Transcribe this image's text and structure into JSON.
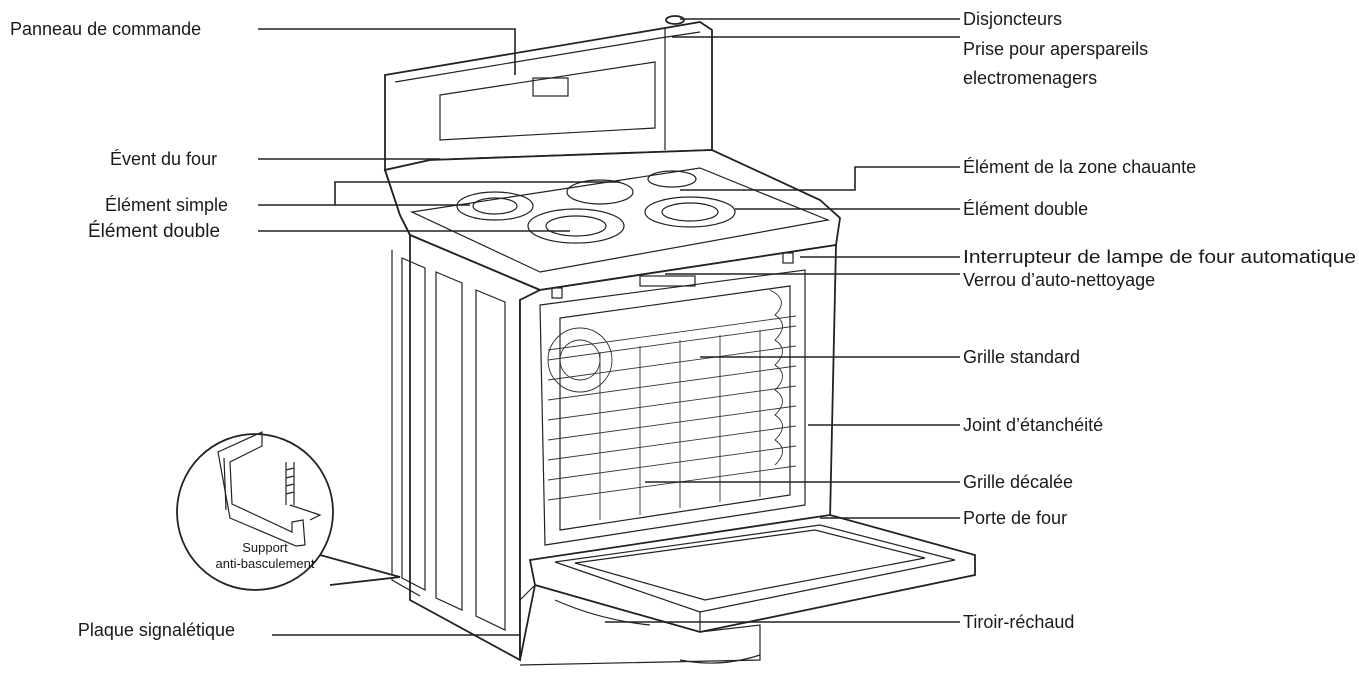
{
  "labels": {
    "panneau_commande": "Panneau de commande",
    "event_four": "Évent du four",
    "element_simple": "Élément simple",
    "element_double_left": "Élément double",
    "disjoncteurs": "Disjoncteurs",
    "prise_line1": "Prise pour aperspareils",
    "prise_line2": "electromenagers",
    "element_zone": "Élément de la zone chauante",
    "element_double_right": "Élément double",
    "interrupteur_lampe": "Interrupteur de lampe de four automatique",
    "verrou": "Verrou d’auto-nettoyage",
    "grille_standard": "Grille standard",
    "joint": "Joint d’étanchéité",
    "grille_decalee": "Grille décalée",
    "porte": "Porte de four",
    "tiroir": "Tiroir-réchaud",
    "plaque": "Plaque signalétique",
    "support_line1": "Support",
    "support_line2": "anti-basculement"
  }
}
